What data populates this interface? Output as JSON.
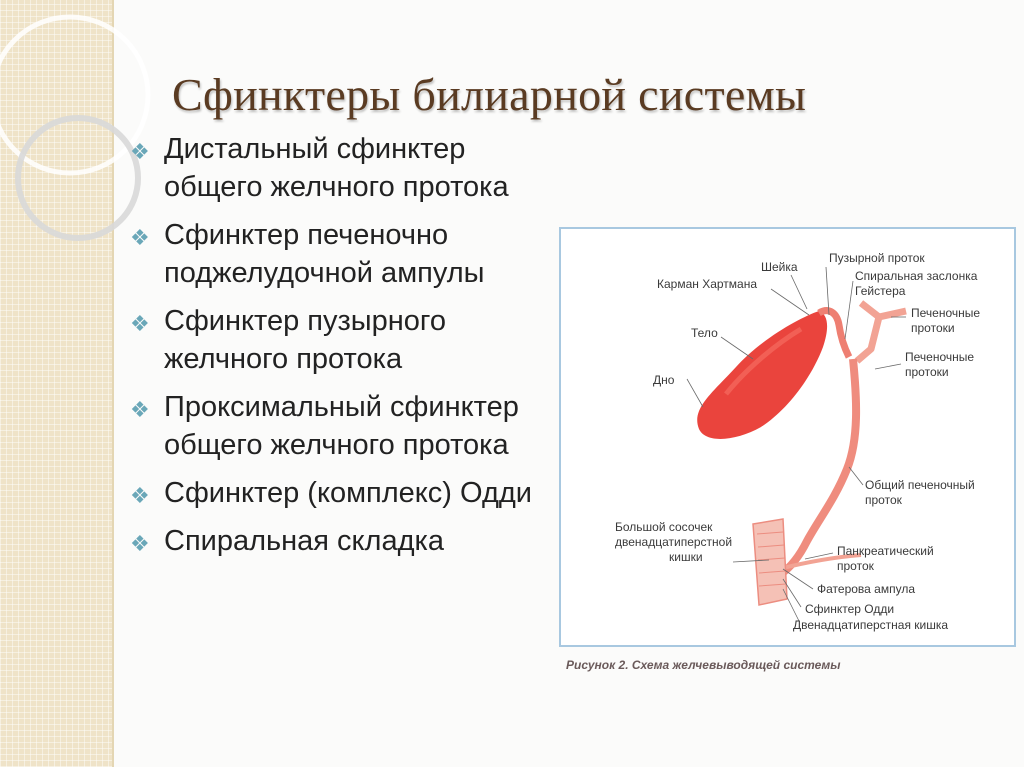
{
  "slide": {
    "title": "Сфинктеры билиарной системы",
    "bullets": [
      {
        "text": "Дистальный сфинктер общего желчного протока"
      },
      {
        "text": "Сфинктер печеночно поджелудочной ампулы"
      },
      {
        "text": "Сфинктер пузырного желчного протока"
      },
      {
        "text": "Проксимальный сфинктер общего желчного протока"
      },
      {
        "text": "Сфинктер (комплекс) Одди"
      },
      {
        "text": "Спиральная складка"
      }
    ],
    "bullet_icon": "diamond-bullet-icon",
    "accent_color": "#6aa7b8",
    "title_color": "#5a3b22"
  },
  "figure": {
    "labels": {
      "sheika": "Шейка",
      "puzyrny_protok": "Пузырной проток",
      "karman": "Карман Хартмана",
      "spiral_1": "Спиральная заслонка",
      "spiral_2": "Гейстера",
      "pech1_1": "Печеночные",
      "pech1_2": "протоки",
      "telo": "Тело",
      "pech2_1": "Печеночные",
      "pech2_2": "протоки",
      "dno": "Дно",
      "obshchy_1": "Общий печеночный",
      "obshchy_2": "проток",
      "sosochek_1": "Большой сосочек",
      "sosochek_2": "двенадцатиперстной",
      "sosochek_3": "кишки",
      "pankr_1": "Панкреатический",
      "pankr_2": "проток",
      "faterova": "Фатерова ампула",
      "oddi": "Сфинктер Одди",
      "duodenum": "Двенадцатиперстная кишка"
    },
    "caption": "Рисунок 2. Схема желчевыводящей системы",
    "organ_color": "#e8342c",
    "duct_color": "#f0a090"
  }
}
